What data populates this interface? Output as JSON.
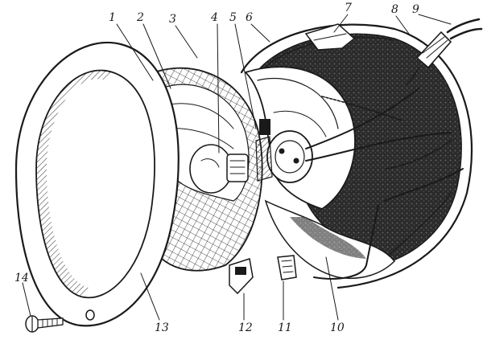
{
  "diagram": {
    "kind": "exploded view of a vehicle headlamp",
    "callouts": [
      {
        "id": "1",
        "text": "1"
      },
      {
        "id": "2",
        "text": "2"
      },
      {
        "id": "3",
        "text": "3"
      },
      {
        "id": "4",
        "text": "4"
      },
      {
        "id": "5",
        "text": "5"
      },
      {
        "id": "6",
        "text": "6"
      },
      {
        "id": "7",
        "text": "7"
      },
      {
        "id": "8",
        "text": "8"
      },
      {
        "id": "9",
        "text": "9"
      },
      {
        "id": "10",
        "text": "10"
      },
      {
        "id": "11",
        "text": "11"
      },
      {
        "id": "12",
        "text": "12"
      },
      {
        "id": "13",
        "text": "13"
      },
      {
        "id": "14",
        "text": "14"
      }
    ]
  },
  "colors": {
    "ink": "#1a1a1a",
    "paper": "#ffffff",
    "shade": "#3a3a3a"
  }
}
